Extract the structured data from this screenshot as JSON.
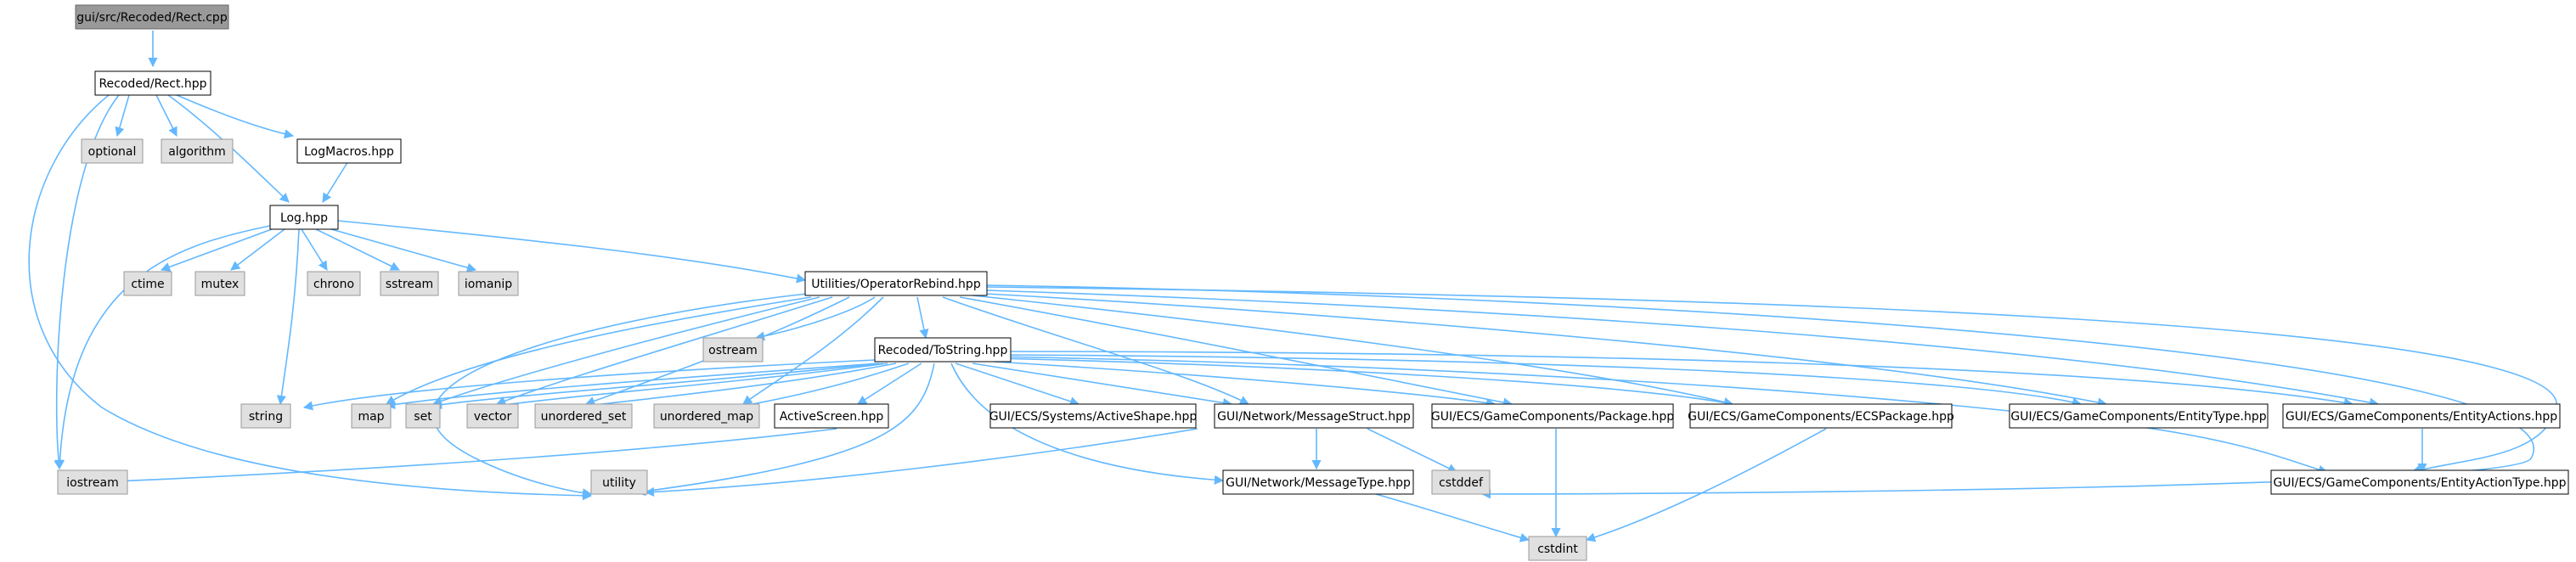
{
  "colors": {
    "edge": "#63b8ff",
    "root_fill": "#999999",
    "box_fill": "#ffffff",
    "box_stroke": "#000000",
    "ext_fill": "#e0e0e0",
    "ext_stroke": "#999999"
  },
  "nodes": {
    "root": "gui/src/Recoded/Rect.cpp",
    "rect_hpp": "Recoded/Rect.hpp",
    "optional": "optional",
    "algorithm": "algorithm",
    "logmacros": "LogMacros.hpp",
    "log": "Log.hpp",
    "ctime": "ctime",
    "mutex": "mutex",
    "chrono": "chrono",
    "sstream": "sstream",
    "iomanip": "iomanip",
    "operator_rebind": "Utilities/OperatorRebind.hpp",
    "ostream": "ostream",
    "tostring": "Recoded/ToString.hpp",
    "string": "string",
    "map": "map",
    "set": "set",
    "vector": "vector",
    "unordered_set": "unordered_set",
    "unordered_map": "unordered_map",
    "activescreen": "ActiveScreen.hpp",
    "activeshape": "GUI/ECS/Systems/ActiveShape.hpp",
    "messagestruct": "GUI/Network/MessageStruct.hpp",
    "package": "GUI/ECS/GameComponents/Package.hpp",
    "ecspackage": "GUI/ECS/GameComponents/ECSPackage.hpp",
    "entitytype": "GUI/ECS/GameComponents/EntityType.hpp",
    "entityactions": "GUI/ECS/GameComponents/EntityActions.hpp",
    "iostream": "iostream",
    "utility": "utility",
    "cstddef": "cstddef",
    "messagetype": "GUI/Network/MessageType.hpp",
    "entityactiontype": "GUI/ECS/GameComponents/EntityActionType.hpp",
    "cstdint": "cstdint"
  }
}
